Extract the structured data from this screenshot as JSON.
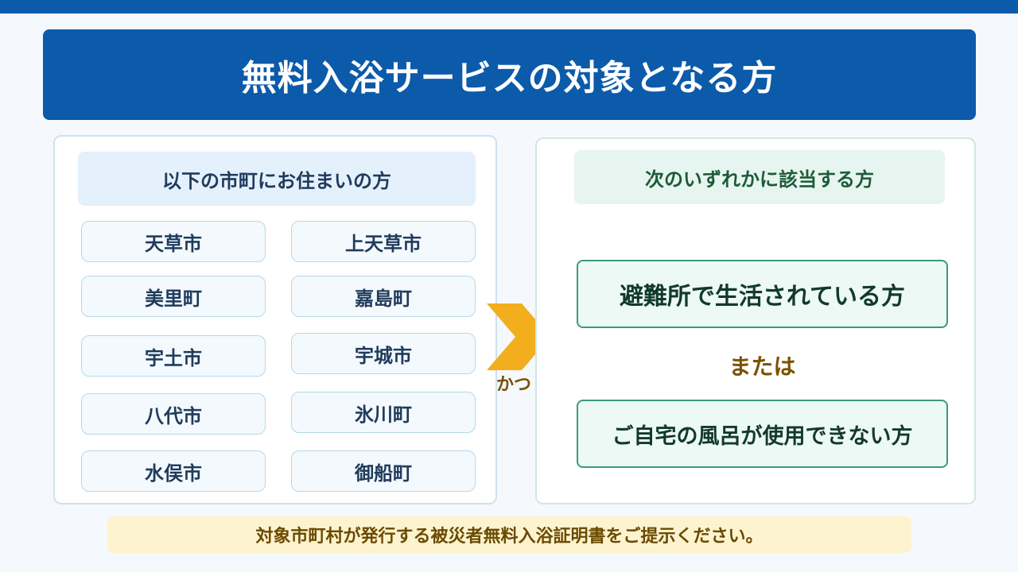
{
  "title": "無料入浴サービスの対象となる方",
  "left_panel": {
    "header": "以下の市町にお住まいの方",
    "cities": [
      "天草市",
      "上天草市",
      "美里町",
      "嘉島町",
      "宇土市",
      "宇城市",
      "八代市",
      "氷川町",
      "水俣市",
      "御船町"
    ]
  },
  "connector": {
    "label": "かつ",
    "icon": "chevron-right-icon",
    "color": "#f2ae1c"
  },
  "right_panel": {
    "header": "次のいずれかに該当する方",
    "condition_1": "避難所で生活されている方",
    "or_label": "または",
    "condition_2": "ご自宅の風呂が使用できない方"
  },
  "footer": {
    "note": "対象市町村が発行する被災者無料入浴証明書をご提示ください。"
  },
  "colors": {
    "brand_blue": "#0c5aaa",
    "accent_gold": "#f2ae1c",
    "green_border": "#3b9a7a"
  }
}
